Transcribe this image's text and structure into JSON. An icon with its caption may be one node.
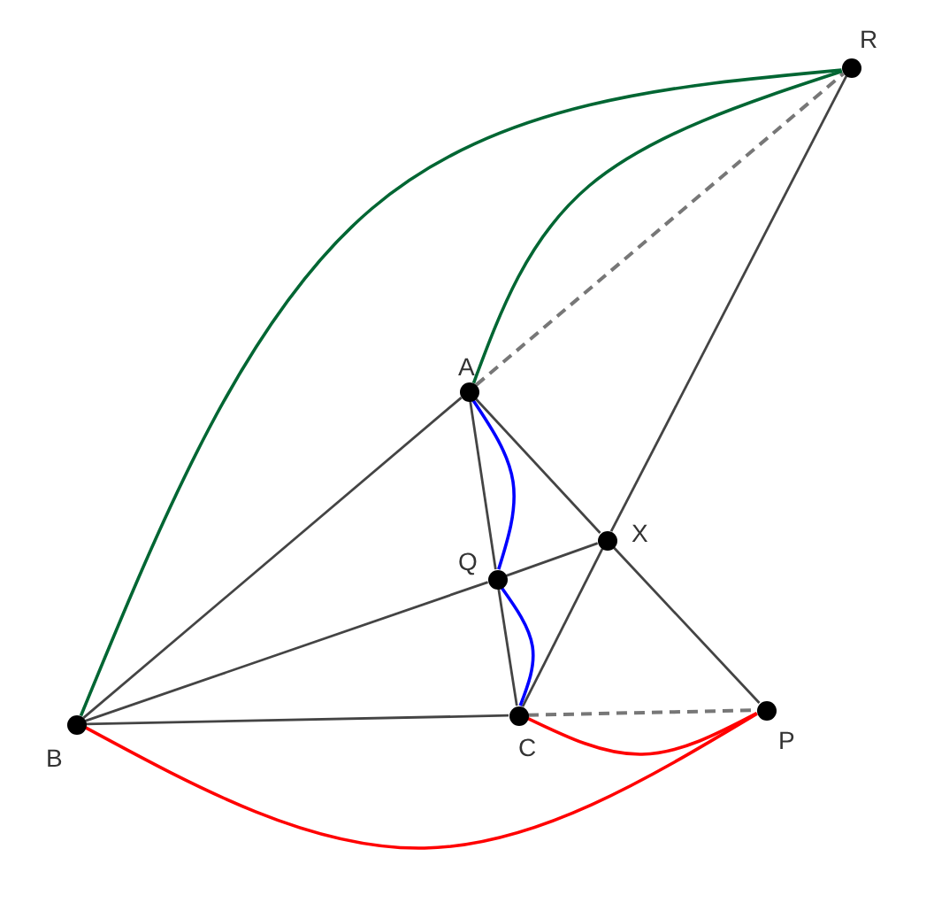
{
  "diagram": {
    "nodes": [
      {
        "text": [],
        "shape": "circle",
        "beside": [
          "R"
        ]
      },
      {
        "text": [],
        "shape": "circle",
        "beside": [
          "A"
        ]
      },
      {
        "text": [],
        "shape": "circle",
        "beside": [
          "X"
        ]
      },
      {
        "text": [],
        "shape": "circle",
        "beside": [
          "Q"
        ]
      },
      {
        "text": [],
        "shape": "circle",
        "beside": [
          "B"
        ]
      },
      {
        "text": [],
        "shape": "circle",
        "beside": [
          "C"
        ]
      },
      {
        "text": [],
        "shape": "circle",
        "beside": [
          "P"
        ]
      }
    ],
    "edges": [
      {
        "from": 1,
        "to": 4,
        "arrow": "none"
      },
      {
        "from": 1,
        "to": 3,
        "arrow": "none"
      },
      {
        "from": 3,
        "to": 5,
        "arrow": "none"
      },
      {
        "from": 4,
        "to": 5,
        "arrow": "none"
      },
      {
        "from": 1,
        "to": 2,
        "arrow": "none"
      },
      {
        "from": 2,
        "to": 6,
        "arrow": "none"
      },
      {
        "from": 4,
        "to": 3,
        "arrow": "none"
      },
      {
        "from": 3,
        "to": 2,
        "arrow": "none"
      },
      {
        "from": 5,
        "to": 2,
        "arrow": "none"
      },
      {
        "from": 2,
        "to": 0,
        "arrow": "none"
      },
      {
        "from": 1,
        "to": 0,
        "arrow": "none",
        "style": "dashed",
        "color": "#777777"
      },
      {
        "from": 5,
        "to": 6,
        "arrow": "none",
        "style": "dashed",
        "color": "#777777"
      },
      {
        "from": 4,
        "to": 0,
        "arrow": "none",
        "color": "#006633"
      },
      {
        "from": 1,
        "to": 0,
        "arrow": "none",
        "color": "#006633"
      },
      {
        "from": 1,
        "to": 3,
        "arrow": "none",
        "color": "#0000ff"
      },
      {
        "from": 3,
        "to": 5,
        "arrow": "none",
        "color": "#0000ff"
      },
      {
        "from": 4,
        "to": 6,
        "arrow": "none",
        "color": "#ff0000"
      },
      {
        "from": 5,
        "to": 6,
        "arrow": "none",
        "color": "#ff0000"
      }
    ]
  }
}
